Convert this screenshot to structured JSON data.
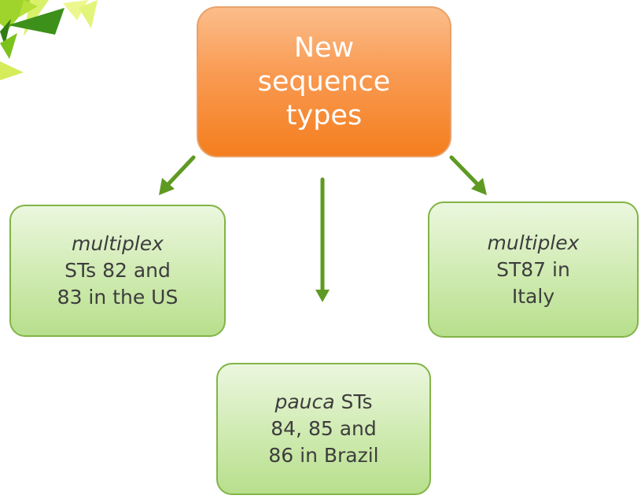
{
  "diagram": {
    "root": {
      "lines": [
        "New",
        "sequence",
        "types"
      ]
    },
    "left": {
      "italic": "multiplex",
      "lines": [
        "STs 82 and",
        "83 in the US"
      ]
    },
    "right": {
      "italic": "multiplex",
      "lines": [
        "ST87 in",
        "Italy"
      ]
    },
    "middle": {
      "italic": "pauca",
      "line1_rest": " STs",
      "lines": [
        "84, 85 and",
        "86 in Brazil"
      ]
    },
    "colors": {
      "root_fill": "#f99a52",
      "leaf_fill": "#cfeab0",
      "leaf_border": "#82b446",
      "arrow": "#5e9a22",
      "decoration_dark": "#2f7d14",
      "decoration_light": "#c8e63c"
    }
  }
}
